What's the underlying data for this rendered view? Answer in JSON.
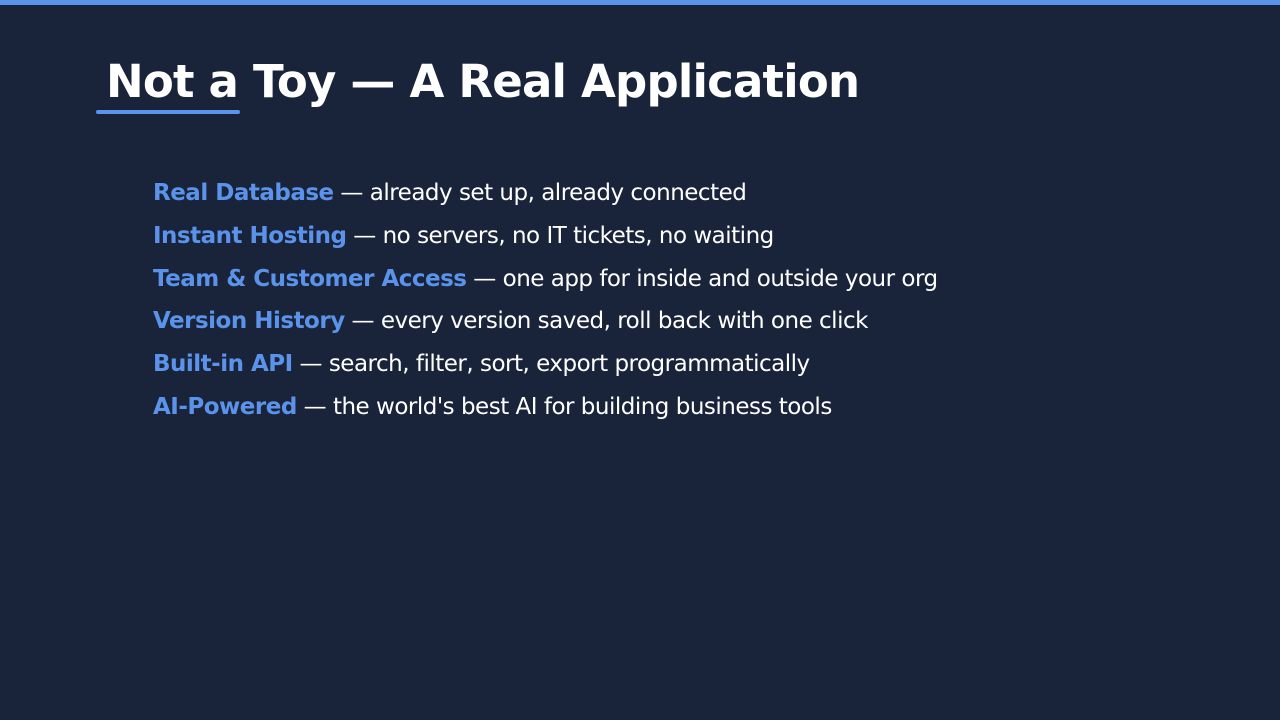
{
  "colors": {
    "background": "#19243a",
    "accent": "#5b93ea",
    "text": "#ffffff"
  },
  "slide": {
    "title": "Not a Toy — A Real Application",
    "separator": " — ",
    "features": [
      {
        "label": "Real Database",
        "description": "already set up, already connected"
      },
      {
        "label": "Instant Hosting",
        "description": "no servers, no IT tickets, no waiting"
      },
      {
        "label": "Team & Customer Access",
        "description": "one app for inside and outside your org"
      },
      {
        "label": "Version History",
        "description": "every version saved, roll back with one click"
      },
      {
        "label": "Built-in API",
        "description": "search, filter, sort, export programmatically"
      },
      {
        "label": "AI-Powered",
        "description": "the world's best AI for building business tools"
      }
    ]
  }
}
